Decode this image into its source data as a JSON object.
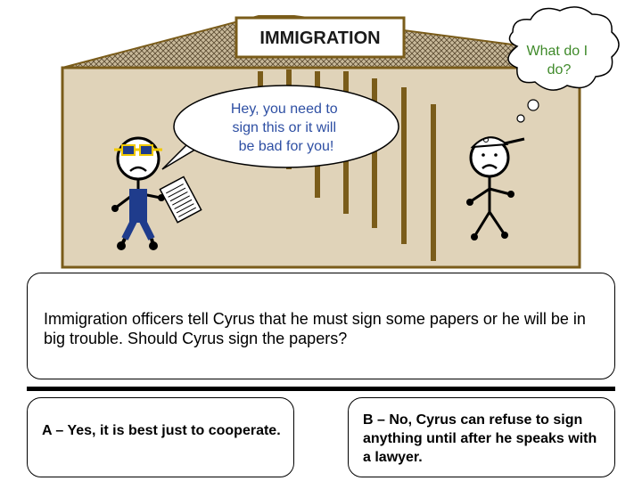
{
  "scene": {
    "sign_text": "IMMIGRATION",
    "officer_speech": "Hey, you need to sign this or it will be bad for you!",
    "thought_line1": "What do I",
    "thought_line2": "do?"
  },
  "question": {
    "text": "Immigration officers tell Cyrus that he must sign some papers or he will be in big trouble.  Should Cyrus sign the papers?"
  },
  "options": [
    {
      "text": "A – Yes, it is best just to cooperate."
    },
    {
      "text": "B – No, Cyrus can refuse to sign anything until after he speaks with a lawyer."
    }
  ],
  "colors": {
    "wall": "#e0d3b9",
    "building_border": "#7a5c1a",
    "bars": "#7a5c1a",
    "speech_text": "#2e4fa3",
    "thought_text": "#3f8a2a",
    "officer_uniform": "#1f3c8c",
    "sunglasses_frame": "#f0c800"
  }
}
